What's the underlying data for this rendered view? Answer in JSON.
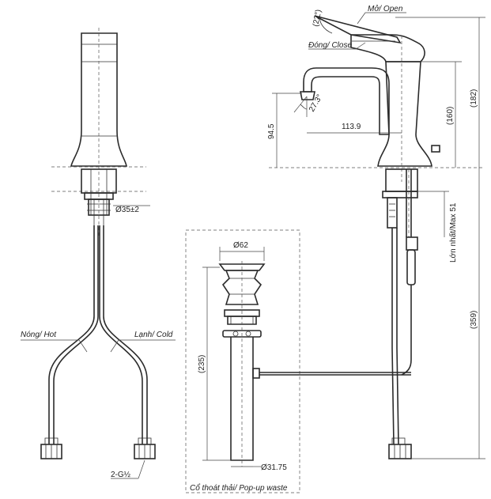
{
  "labels": {
    "open": "Mở/ Open",
    "close": "Đóng/ Close",
    "angle_open": "(22°)",
    "angle_spout": "27.3°",
    "dim_94_5": "94.5",
    "dim_113_9": "113.9",
    "dim_160": "(160)",
    "dim_182": "(182)",
    "dim_359": "(359)",
    "max51": "Lớn nhất/Max 51",
    "diam_35": "Ø35±2",
    "hot": "Nóng/ Hot",
    "cold": "Lạnh/ Cold",
    "thread": "2-G½",
    "diam_62": "Ø62",
    "dim_235": "(235)",
    "diam_31_75": "Ø31.75",
    "popup_waste": "Cổ thoát thải/ Pop-up waste"
  }
}
